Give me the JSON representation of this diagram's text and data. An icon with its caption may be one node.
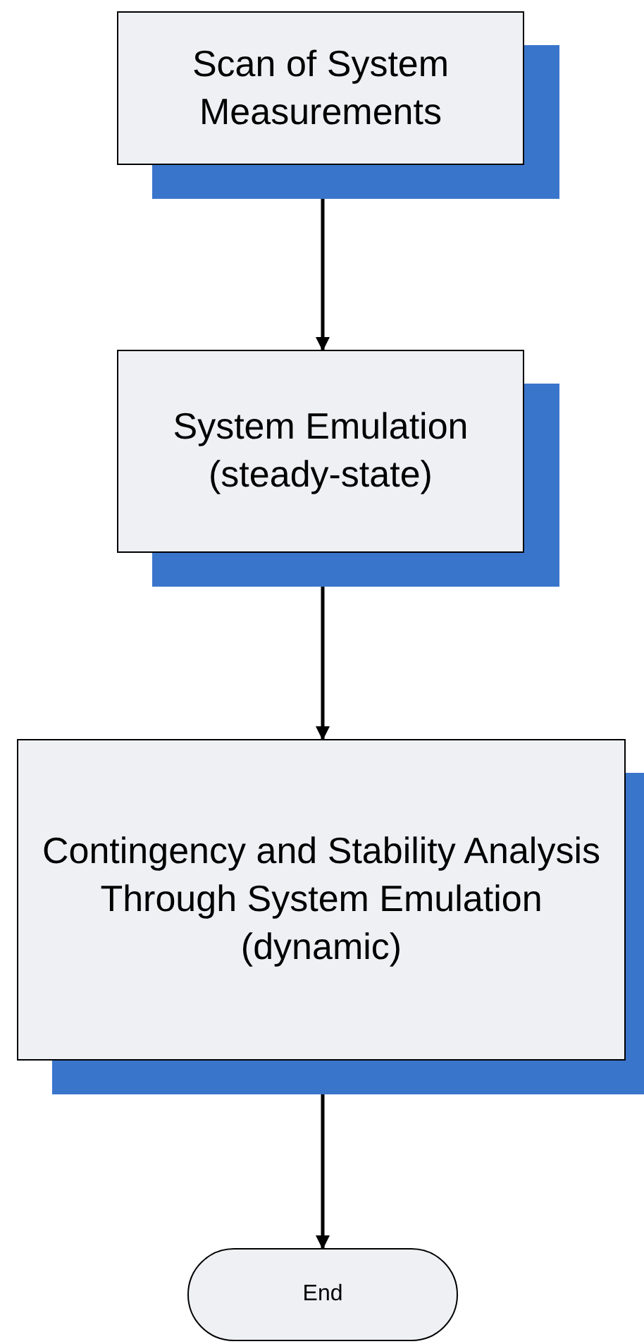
{
  "diagram": {
    "nodes": [
      {
        "text": [
          "Scan of System Measurements"
        ]
      },
      {
        "text": [
          "System Emulation (steady-state)"
        ]
      },
      {
        "text": [
          "Contingency and Stability Analysis Through System Emulation (dynamic)"
        ]
      },
      {
        "text": [
          "End"
        ]
      }
    ],
    "edges": [
      {
        "from": 0,
        "to": 1,
        "arrow": "to"
      },
      {
        "from": 1,
        "to": 2,
        "arrow": "to"
      },
      {
        "from": 2,
        "to": 3,
        "arrow": "to"
      }
    ]
  }
}
